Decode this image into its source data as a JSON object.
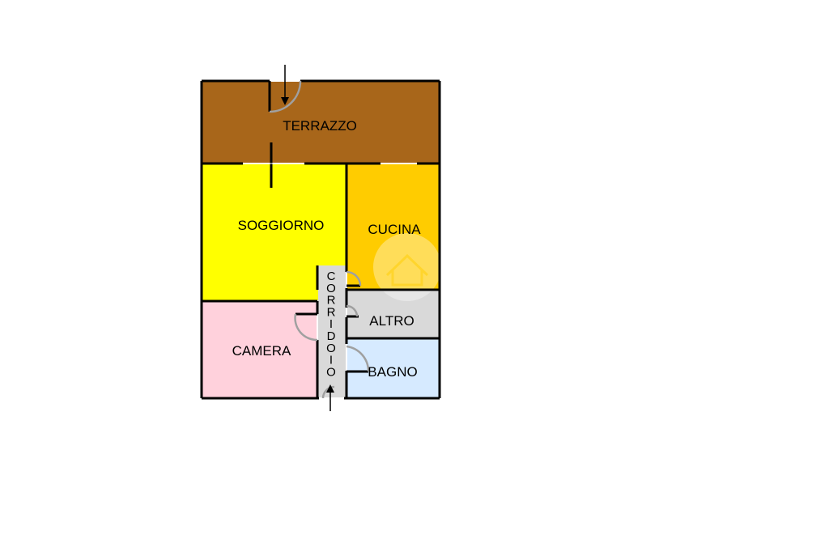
{
  "rooms": {
    "terrazzo": {
      "label": "TERRAZZO",
      "color": "#a8661a"
    },
    "soggiorno": {
      "label": "SOGGIORNO",
      "color": "#ffff00"
    },
    "cucina": {
      "label": "CUCINA",
      "color": "#ffcc00"
    },
    "corridoio": {
      "label": "CORRIDOIO",
      "color": "#d9d9d9"
    },
    "altro": {
      "label": "ALTRO",
      "color": "#d9d9d9"
    },
    "camera": {
      "label": "CAMERA",
      "color": "#ffd1dc"
    },
    "bagno": {
      "label": "BAGNO",
      "color": "#d6eaff"
    }
  },
  "style": {
    "wall_color": "#000000",
    "door_arc_color": "#a0a0a0"
  },
  "icons": [
    "entry-arrow-top-icon",
    "entry-arrow-bottom-icon",
    "watermark-logo-icon"
  ]
}
